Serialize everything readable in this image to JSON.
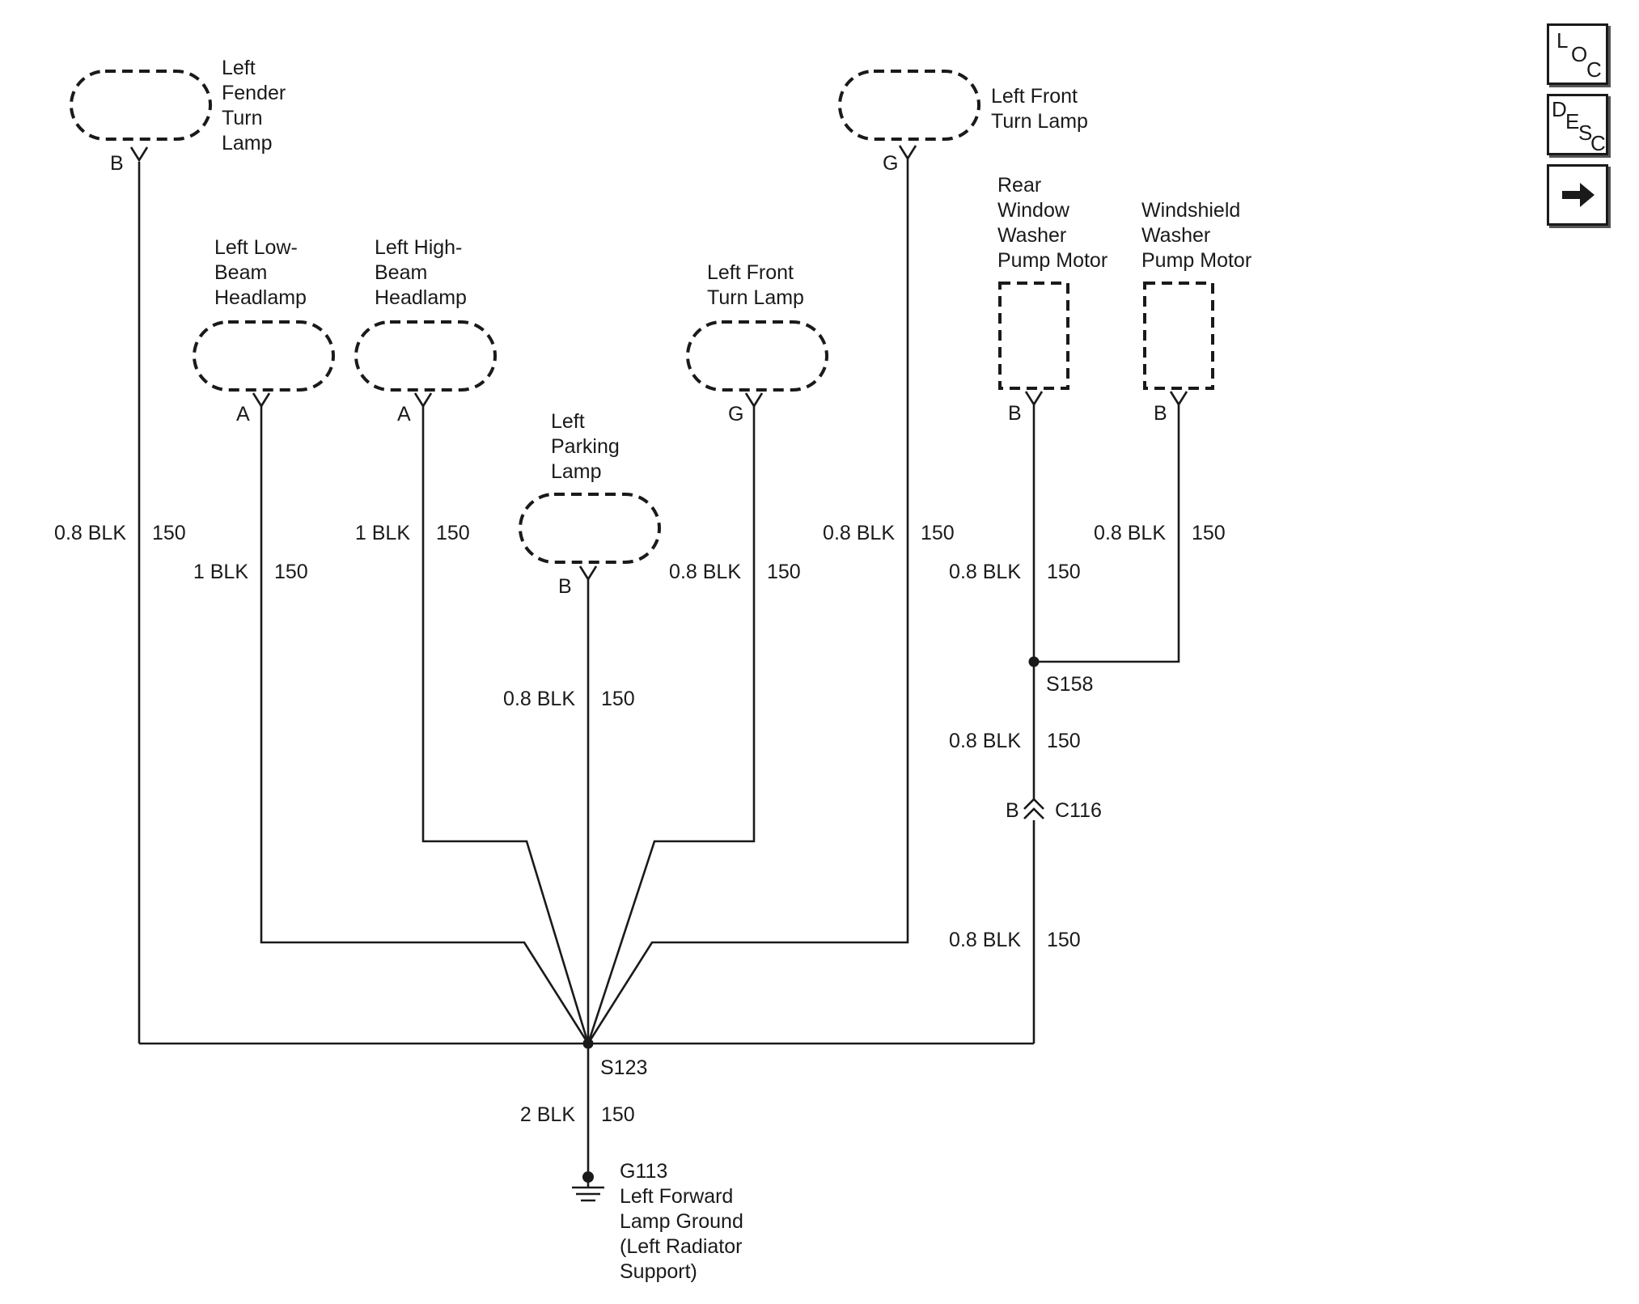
{
  "components": {
    "left_fender_turn_lamp": {
      "name_lines": [
        "Left",
        "Fender",
        "Turn",
        "Lamp"
      ],
      "pin": "B"
    },
    "left_front_turn_lamp_upper": {
      "name_lines": [
        "Left Front",
        "Turn Lamp"
      ],
      "pin": "G"
    },
    "rear_window_washer_pump_motor": {
      "name_lines": [
        "Rear",
        "Window",
        "Washer",
        "Pump Motor"
      ],
      "pin": "B"
    },
    "windshield_washer_pump_motor": {
      "name_lines": [
        "Windshield",
        "Washer",
        "Pump Motor"
      ],
      "pin": "B"
    },
    "left_low_beam_headlamp": {
      "name_lines": [
        "Left Low-",
        "Beam",
        "Headlamp"
      ],
      "pin": "A"
    },
    "left_high_beam_headlamp": {
      "name_lines": [
        "Left High-",
        "Beam",
        "Headlamp"
      ],
      "pin": "A"
    },
    "left_front_turn_lamp_lower": {
      "name_lines": [
        "Left Front",
        "Turn Lamp"
      ],
      "pin": "G"
    },
    "left_parking_lamp": {
      "name_lines": [
        "Left",
        "Parking",
        "Lamp"
      ],
      "pin": "B"
    }
  },
  "wires": {
    "fender_turn": {
      "gauge_color": "0.8 BLK",
      "circuit": "150"
    },
    "high_beam": {
      "gauge_color": "1 BLK",
      "circuit": "150"
    },
    "front_turn_upper": {
      "gauge_color": "0.8 BLK",
      "circuit": "150"
    },
    "windshield_washer": {
      "gauge_color": "0.8 BLK",
      "circuit": "150"
    },
    "low_beam": {
      "gauge_color": "1 BLK",
      "circuit": "150"
    },
    "front_turn_lower": {
      "gauge_color": "0.8 BLK",
      "circuit": "150"
    },
    "rear_washer": {
      "gauge_color": "0.8 BLK",
      "circuit": "150"
    },
    "parking": {
      "gauge_color": "0.8 BLK",
      "circuit": "150"
    },
    "s158_to_c116": {
      "gauge_color": "0.8 BLK",
      "circuit": "150"
    },
    "c116_to_s123": {
      "gauge_color": "0.8 BLK",
      "circuit": "150"
    },
    "s123_to_g113": {
      "gauge_color": "2 BLK",
      "circuit": "150"
    }
  },
  "splices": {
    "s123": "S123",
    "s158": "S158"
  },
  "connector": {
    "pin": "B",
    "id": "C116"
  },
  "ground": {
    "id": "G113",
    "desc_lines": [
      "Left Forward",
      "Lamp Ground",
      "(Left Radiator",
      "Support)"
    ]
  },
  "nav": {
    "loc": {
      "l1": "L",
      "l2": "O",
      "l3": "C"
    },
    "desc": {
      "l1": "D",
      "l2": "E",
      "l3": "S",
      "l4": "C"
    },
    "next_icon": "right-arrow-icon"
  }
}
